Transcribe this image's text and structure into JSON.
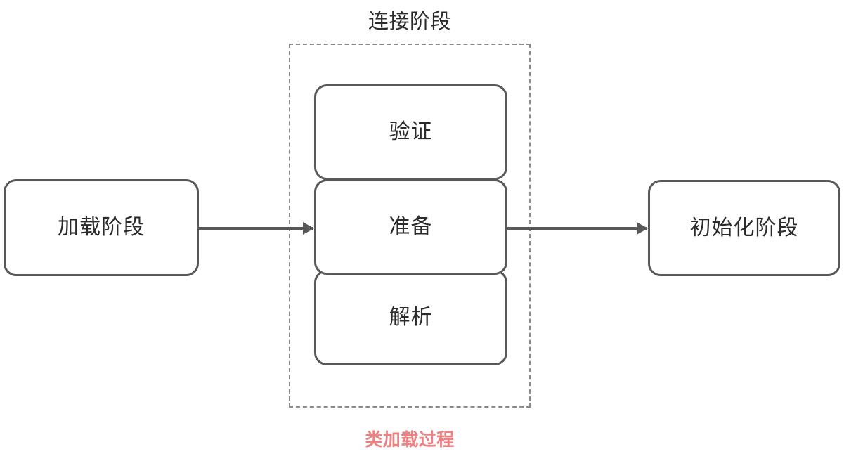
{
  "diagram": {
    "caption": "类加载过程",
    "caption_color": "#ed8080",
    "group": {
      "title": "连接阶段",
      "border_style": "dashed",
      "border_color": "#8a8a8a",
      "inner_phases": [
        {
          "id": "verify",
          "label": "验证"
        },
        {
          "id": "prepare",
          "label": "准备"
        },
        {
          "id": "resolve",
          "label": "解析"
        }
      ]
    },
    "phases": [
      {
        "id": "loading",
        "label": "加载阶段"
      },
      {
        "id": "init",
        "label": "初始化阶段"
      }
    ],
    "arrows": [
      {
        "id": "load-to-link",
        "from": "加载阶段",
        "to": "准备",
        "direction": "right"
      },
      {
        "id": "link-to-init",
        "from": "准备",
        "to": "初始化阶段",
        "direction": "right"
      }
    ],
    "colors": {
      "box_border": "#585858",
      "text": "#2b2b2b",
      "accent": "#ed8080",
      "background": "#ffffff"
    }
  }
}
